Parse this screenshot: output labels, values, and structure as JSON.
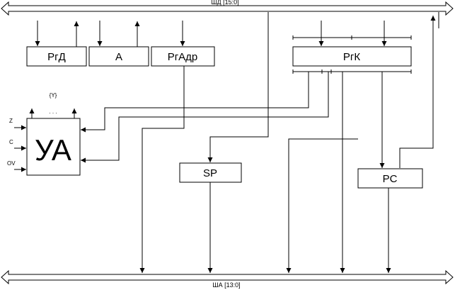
{
  "bus_data": {
    "label": "ШД [15:0]"
  },
  "bus_addr": {
    "label": "ША [13:0]"
  },
  "registers": {
    "rgd": "РгД",
    "a": "А",
    "rgadr": "РгАдр",
    "rgk": "РгК",
    "sp": "SP",
    "pc": "PC"
  },
  "control_unit": {
    "label": "УА",
    "outputs_label": "{Y}",
    "outputs_dots": ". . .",
    "inputs": [
      "Z",
      "C",
      "OV"
    ]
  }
}
